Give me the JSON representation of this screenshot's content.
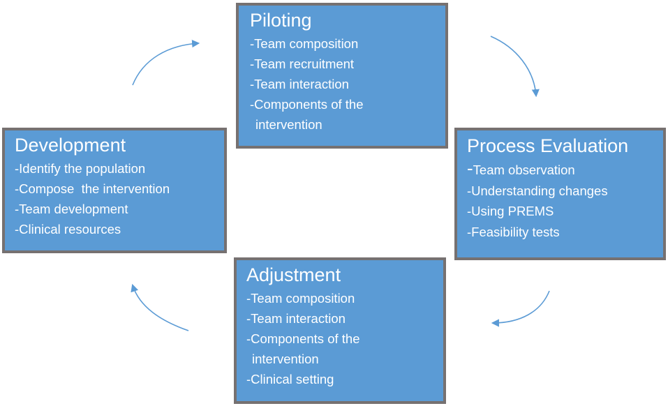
{
  "boxes": {
    "piloting": {
      "title": "Piloting",
      "items": [
        "-Team composition",
        "-Team recruitment",
        "-Team interaction",
        "-Components of the",
        "intervention"
      ]
    },
    "development": {
      "title": "Development",
      "items": [
        "-Identify the population",
        "-Compose  the intervention",
        "-Team development",
        "-Clinical resources"
      ]
    },
    "process": {
      "title": "Process Evaluation",
      "first_dash": "-",
      "first_text": "Team observation",
      "items": [
        "-Understanding changes",
        "-Using PREMS",
        "-Feasibility tests"
      ]
    },
    "adjustment": {
      "title": "Adjustment",
      "items": [
        "-Team composition",
        "-Team interaction",
        "-Components of the",
        "intervention",
        "-Clinical setting"
      ]
    }
  },
  "colors": {
    "box_fill": "#5b9bd5",
    "box_border": "#767171",
    "text": "#ffffff",
    "arrow": "#5b9bd5"
  }
}
